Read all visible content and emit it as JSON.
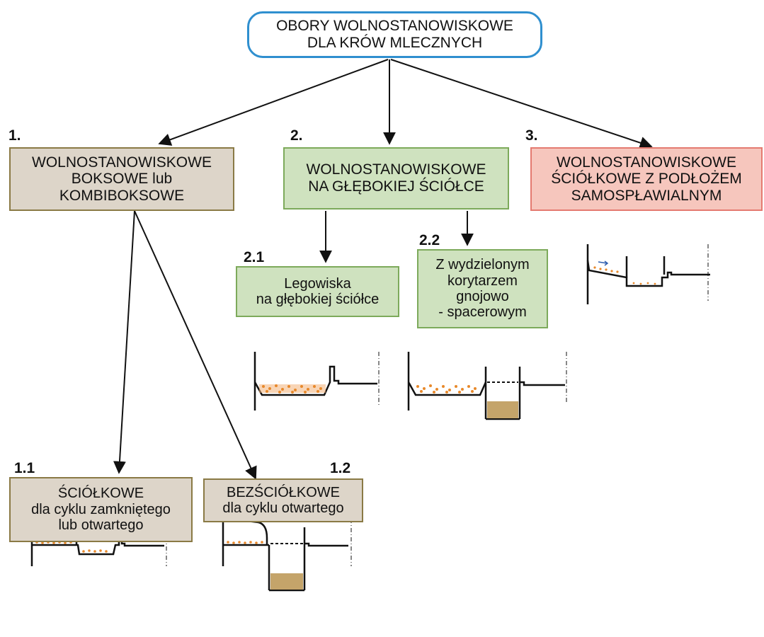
{
  "title": {
    "line1": "OBORY WOLNOSTANOWISKOWE",
    "line2": "DLA KRÓW MLECZNYCH"
  },
  "nodes": [
    {
      "number": "1.",
      "lines": [
        "WOLNOSTANOWISKOWE",
        "BOKSOWE lub",
        "KOMBIBOKSOWE"
      ]
    },
    {
      "number": "2.",
      "lines": [
        "WOLNOSTANOWISKOWE",
        "NA GŁĘBOKIEJ ŚCIÓŁCE"
      ]
    },
    {
      "number": "3.",
      "lines": [
        "WOLNOSTANOWISKOWE",
        "ŚCIÓŁKOWE Z PODŁOŻEM",
        "SAMOSPŁAWIALNYM"
      ]
    },
    {
      "number": "2.1",
      "lines": [
        "Legowiska",
        "na głębokiej ściółce"
      ]
    },
    {
      "number": "2.2",
      "lines": [
        "Z wydzielonym",
        "korytarzem",
        "gnojowo",
        "- spacerowym"
      ]
    },
    {
      "number": "1.1",
      "lines": [
        "ŚCIÓŁKOWE",
        "dla cyklu zamkniętego",
        "lub otwartego"
      ]
    },
    {
      "number": "1.2",
      "lines": [
        "BEZŚCIÓŁKOWE",
        "dla cyklu otwartego"
      ]
    }
  ],
  "colors": {
    "root_border": "#2f8fcf",
    "tan_fill": "#ddd5c9",
    "green_fill": "#cfe2bf",
    "pink_fill": "#f6c6bd",
    "litter": "#e8892b",
    "manure": "#c4a46a"
  }
}
